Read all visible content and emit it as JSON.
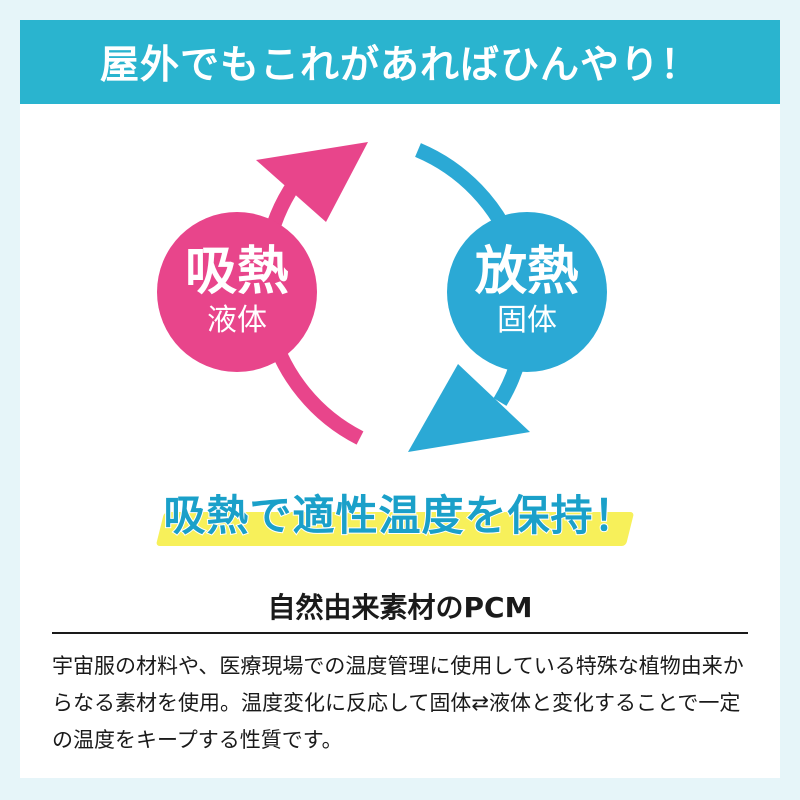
{
  "header": {
    "title": "屋外でもこれがあればひんやり！"
  },
  "cycle": {
    "left": {
      "main": "吸熱",
      "sub": "液体",
      "color": "#e8458b"
    },
    "right": {
      "main": "放熱",
      "sub": "固体",
      "color": "#2ba9d5"
    }
  },
  "slogan": "吸熱で適性温度を保持！",
  "section": {
    "title": "自然由来素材のPCM",
    "description": "宇宙服の材料や、医療現場での温度管理に使用している特殊な植物由来からなる素材を使用。温度変化に反応して固体⇄液体と変化することで一定の温度をキープする性質です。"
  },
  "colors": {
    "banner": "#2ab4cf",
    "pink": "#e8458b",
    "blue": "#2ba9d5",
    "highlight": "#f7f05a",
    "background": "#e6f5f9"
  }
}
